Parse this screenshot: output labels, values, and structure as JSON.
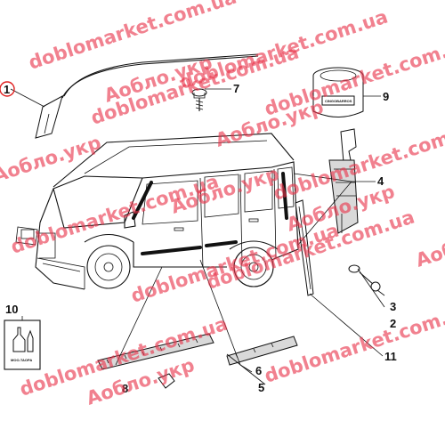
{
  "callouts": [
    {
      "id": "1",
      "label": "1",
      "highlighted": true
    },
    {
      "id": "2",
      "label": "2"
    },
    {
      "id": "3",
      "label": "3"
    },
    {
      "id": "4",
      "label": "4"
    },
    {
      "id": "5",
      "label": "5"
    },
    {
      "id": "6",
      "label": "6"
    },
    {
      "id": "7",
      "label": "7"
    },
    {
      "id": "8",
      "label": "8"
    },
    {
      "id": "9",
      "label": "9"
    },
    {
      "id": "10",
      "label": "10"
    },
    {
      "id": "11",
      "label": "11"
    }
  ],
  "watermarks": [
    "doblomarket.com.ua",
    "Аобло.укр",
    "doblomarket.com.ua",
    "doblomarket.com.ua",
    "Аобло.укр",
    "doblomarket.com.ua",
    "Аобло.укр",
    "doblomarket.com.ua",
    "Аобло.укр",
    "doblomarket.com.ua",
    "doblomarket.com.ua",
    "Аобло.укр",
    "doblomarket.com.ua",
    "Аобло.укр",
    "doblomarket.com.ua",
    "Аобло.укр",
    "doblomarket.com.ua"
  ],
  "product_labels": {
    "jar": "CINGOBARROS",
    "bottle": "MOO-TAOPA"
  },
  "colors": {
    "line": "#111111",
    "watermark": "#e8334a",
    "highlight_ring": "#e02020",
    "part_fill": "#d9d9d9"
  }
}
